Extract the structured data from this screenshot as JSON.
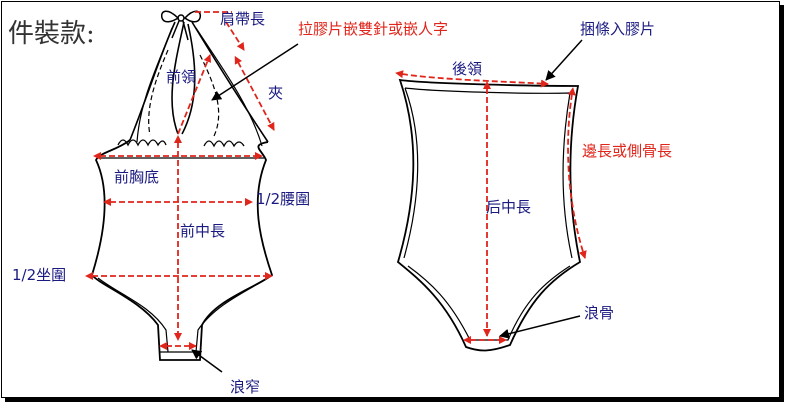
{
  "title": "件裝款:",
  "colors": {
    "label_text": "#1a1a80",
    "callout_text": "#e0251b",
    "measure_line": "#e0251b",
    "outline": "#000000",
    "background": "#ffffff"
  },
  "front": {
    "strap_length": "肩帶長",
    "neck": "前領",
    "armhole": "夾",
    "under_bust": "前胸底",
    "half_waist": "1/2腰圍",
    "center_length": "前中長",
    "half_seat": "1/2坐圍",
    "crotch_width": "浪窄"
  },
  "back": {
    "neck": "後領",
    "side_length": "邊長或側骨長",
    "center_length": "后中長",
    "crotch_seam": "浪骨"
  },
  "callouts": {
    "elastic_stitch": "拉膠片嵌雙針或嵌人字",
    "tie_elastic": "捆條入膠片"
  }
}
